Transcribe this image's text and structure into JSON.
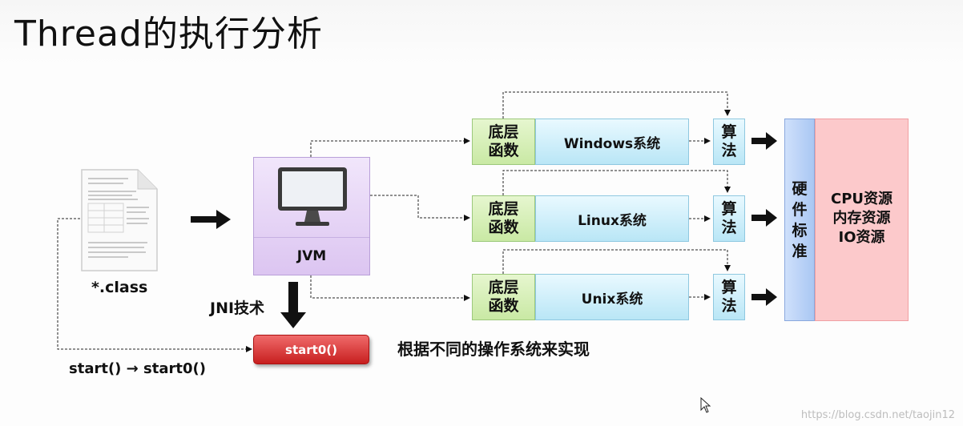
{
  "title": "Thread的执行分析",
  "class_label": "*.class",
  "jvm_label": "JVM",
  "jni_label": "JNI技术",
  "start0_label": "start0()",
  "start_flow_label": "start() → start0()",
  "impl_note": "根据不同的操作系统来实现",
  "os_rows": [
    {
      "func": [
        "底层",
        "函数"
      ],
      "os": "Windows系统",
      "algo": [
        "算",
        "法"
      ]
    },
    {
      "func": [
        "底层",
        "函数"
      ],
      "os": "Linux系统",
      "algo": [
        "算",
        "法"
      ]
    },
    {
      "func": [
        "底层",
        "函数"
      ],
      "os": "Unix系统",
      "algo": [
        "算",
        "法"
      ]
    }
  ],
  "hardware": [
    "硬",
    "件",
    "标",
    "准"
  ],
  "resources": [
    "CPU资源",
    "内存资源",
    "IO资源"
  ],
  "watermark": "https://blog.csdn.net/taojin12",
  "colors": {
    "green": "#c9e9a4",
    "blue": "#b9e6f6",
    "hardware": "#a9c7f3",
    "resource": "#fcc9cb",
    "jvm": "#dcc5f1",
    "start0": "#c71f1f"
  }
}
